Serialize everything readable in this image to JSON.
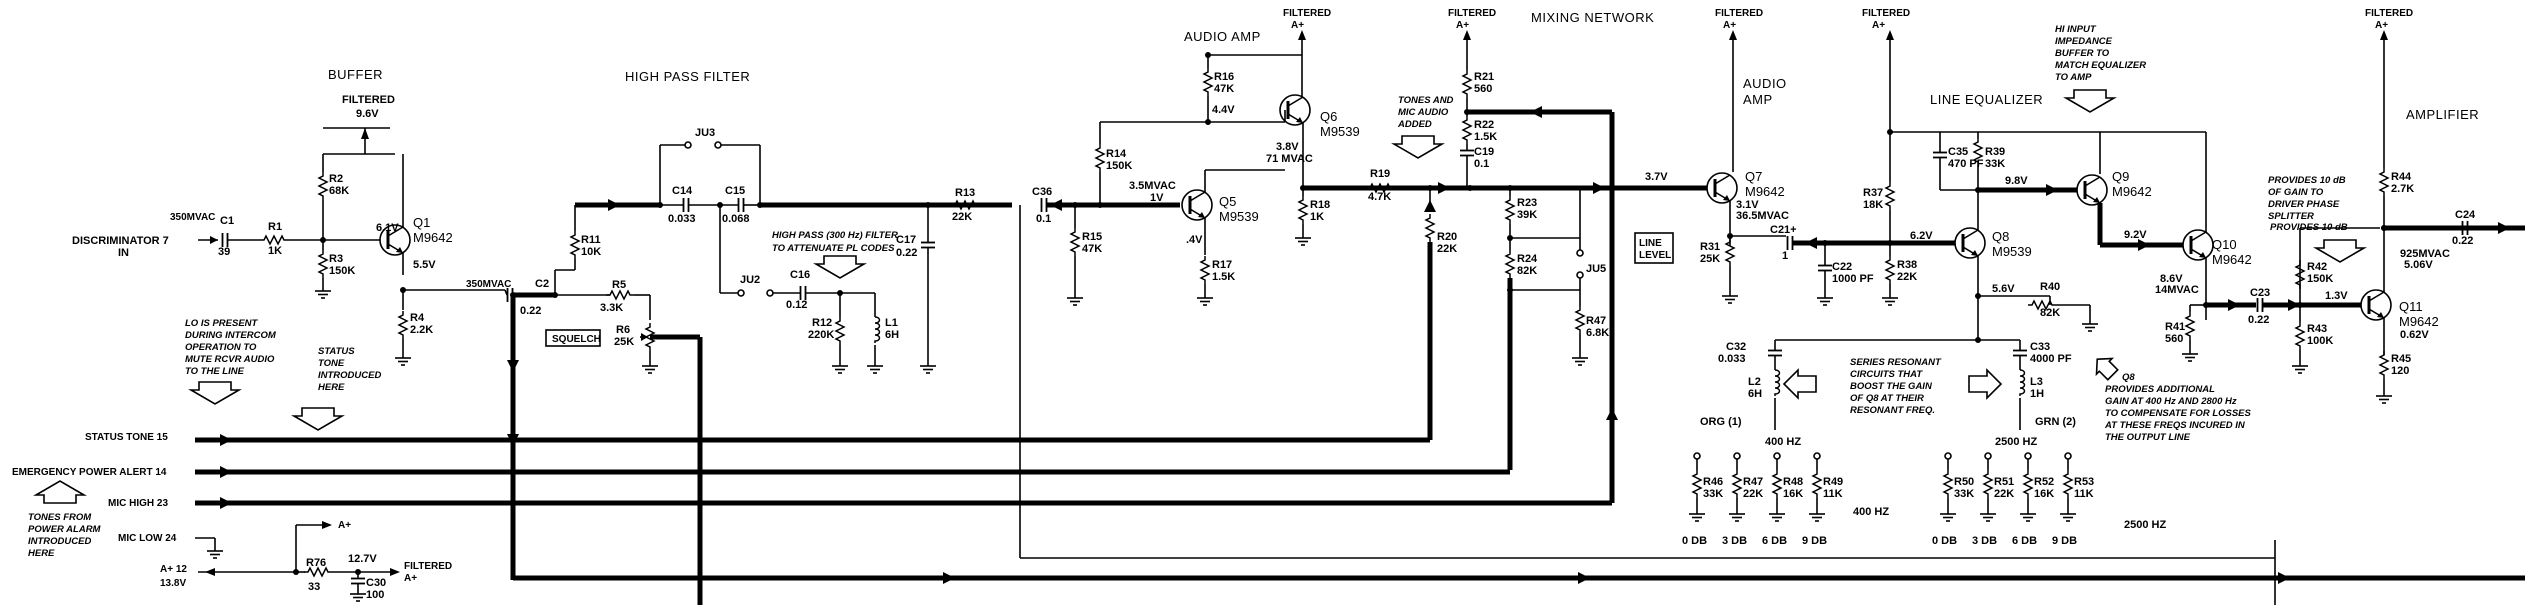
{
  "sections": {
    "buffer": "BUFFER",
    "high_pass_filter": "HIGH PASS FILTER",
    "audio_amp_1": "AUDIO AMP",
    "mixing_network": "MIXING NETWORK",
    "audio_amp_2": [
      "AUDIO",
      "AMP"
    ],
    "line_equalizer": "LINE EQUALIZER",
    "amplifier": "AMPLIFIER"
  },
  "supply": {
    "filtered": "FILTERED",
    "a_plus": "A+",
    "nine_six": "9.6V",
    "a_plus_label": "A+",
    "filtered_a_plus": [
      "FILTERED",
      "A+"
    ]
  },
  "inputs": {
    "discriminator": [
      "DISCRIMINATOR 7",
      "IN"
    ],
    "disc_level": "350MVAC",
    "status_tone": "STATUS TONE 15",
    "emergency": "EMERGENCY POWER ALERT 14",
    "mic_high": "MIC HIGH 23",
    "mic_low": "MIC LOW 24",
    "a_plus_12": "A+ 12",
    "a_plus_12_v": "13.8V"
  },
  "transistors": {
    "q1": [
      "Q1",
      "M9642"
    ],
    "q5": [
      "Q5",
      "M9539"
    ],
    "q6": [
      "Q6",
      "M9539"
    ],
    "q7": [
      "Q7",
      "M9642"
    ],
    "q8": [
      "Q8",
      "M9539"
    ],
    "q9": [
      "Q9",
      "M9642"
    ],
    "q10": [
      "Q10",
      "M9642"
    ],
    "q11": [
      "Q11",
      "M9642"
    ]
  },
  "components": {
    "c1": [
      "C1",
      "39"
    ],
    "r1": [
      "R1",
      "1K"
    ],
    "r2": [
      "R2",
      "68K"
    ],
    "r3": [
      "R3",
      "150K"
    ],
    "r4": [
      "R4",
      "2.2K"
    ],
    "c2": [
      "C2",
      "0.22"
    ],
    "r5": [
      "R5",
      "3.3K"
    ],
    "r6": [
      "R6",
      "25K"
    ],
    "r11": [
      "R11",
      "10K"
    ],
    "ju3": "JU3",
    "ju2": "JU2",
    "c14": [
      "C14",
      "0.033"
    ],
    "c15": [
      "C15",
      "0.068"
    ],
    "c16": [
      "C16",
      "0.12"
    ],
    "r12": [
      "R12",
      "220K"
    ],
    "l1": [
      "L1",
      "6H"
    ],
    "r13": [
      "R13",
      "22K"
    ],
    "c17": [
      "C17",
      "0.22"
    ],
    "c36": [
      "C36",
      "0.1"
    ],
    "r15": [
      "R15",
      "47K"
    ],
    "r14": [
      "R14",
      "150K"
    ],
    "r16": [
      "R16",
      "47K"
    ],
    "r17": [
      "R17",
      "1.5K"
    ],
    "r18": [
      "R18",
      "1K"
    ],
    "r19": [
      "R19",
      "4.7K"
    ],
    "r20": [
      "R20",
      "22K"
    ],
    "r21": [
      "R21",
      "560"
    ],
    "r22": [
      "R22",
      "1.5K"
    ],
    "c19": [
      "C19",
      "0.1"
    ],
    "r23": [
      "R23",
      "39K"
    ],
    "r24": [
      "R24",
      "82K"
    ],
    "ju5": "JU5",
    "r47a": [
      "R47",
      "6.8K"
    ],
    "r31": [
      "R31",
      "25K"
    ],
    "c21": [
      "C21+",
      "1"
    ],
    "c22": [
      "C22",
      "1000 PF"
    ],
    "r38": [
      "R38",
      "22K"
    ],
    "r37": [
      "R37",
      "18K"
    ],
    "c35": [
      "C35",
      "470 PF"
    ],
    "r39": [
      "R39",
      "33K"
    ],
    "r40": [
      "R40",
      "82K"
    ],
    "c32": [
      "C32",
      "0.033"
    ],
    "l2": [
      "L2",
      "6H"
    ],
    "c33": [
      "C33",
      "4000 PF"
    ],
    "l3": [
      "L3",
      "1H"
    ],
    "r41": [
      "R41",
      "560"
    ],
    "c23": [
      "C23",
      "0.22"
    ],
    "r42": [
      "R42",
      "150K"
    ],
    "r43": [
      "R43",
      "100K"
    ],
    "r44": [
      "R44",
      "2.7K"
    ],
    "r45": [
      "R45",
      "120"
    ],
    "c24": [
      "C24",
      "0.22"
    ],
    "r76": [
      "R76",
      "33"
    ],
    "c30": [
      "C30",
      "100"
    ]
  },
  "voltages": {
    "q1_b": "6.1V",
    "q1_e": "5.5V",
    "q1_out": "350MVAC",
    "q5_in": "3.5MVAC",
    "q5_in2": "1V",
    "q5_e": ".4V",
    "q6_c": "4.4V",
    "q6_e": "3.8V",
    "q6_e2": "71 MVAC",
    "mix": "3.7V",
    "q7_e": "3.1V",
    "q7_e2": "36.5MVAC",
    "q8_b": "6.2V",
    "q8_e": "5.6V",
    "q9_b": "9.8V",
    "q10_b": "9.2V",
    "q10_e": "8.6V",
    "q10_e2": "14MVAC",
    "q11_b": "1.3V",
    "q11_c": "925MVAC",
    "q11_c2": "5.06V",
    "q11_e": "0.62V",
    "a_plus_v": "12.7V"
  },
  "notes": {
    "hp_filter": [
      "HIGH PASS (300 Hz) FILTER",
      "TO ATTENUATE PL CODES"
    ],
    "tones_mic": [
      "TONES AND",
      "MIC AUDIO",
      "ADDED"
    ],
    "lo_present": [
      "LO IS PRESENT",
      "DURING INTERCOM",
      "OPERATION TO",
      "MUTE RCVR AUDIO",
      "TO THE LINE"
    ],
    "status_tone_note": [
      "STATUS",
      "TONE",
      "INTRODUCED",
      "HERE"
    ],
    "tones_power": [
      "TONES FROM",
      "POWER ALARM",
      "INTRODUCED",
      "HERE"
    ],
    "series_resonant": [
      "SERIES RESONANT",
      "CIRCUITS THAT",
      "BOOST THE GAIN",
      "OF Q8 AT THEIR",
      "RESONANT FREQ."
    ],
    "q8_gain": [
      "Q8",
      "PROVIDES ADDITIONAL",
      "GAIN AT 400 Hz AND 2800 Hz",
      "TO COMPENSATE FOR LOSSES",
      "AT THESE FREQS INCURED IN",
      "THE OUTPUT LINE"
    ],
    "hi_input": [
      "HI INPUT",
      "IMPEDANCE",
      "BUFFER TO",
      "MATCH EQUALIZER",
      "TO AMP"
    ],
    "gain_10db": [
      "PROVIDES 10 dB",
      "OF GAIN TO",
      "DRIVER PHASE",
      "SPLITTER"
    ],
    "squelch": "SQUELCH",
    "line_level": [
      "LINE",
      "LEVEL"
    ],
    "org": "ORG (1)",
    "org_freq": "400 HZ",
    "grn": "GRN (2)",
    "grn_freq": "2500 HZ"
  },
  "eq_400": {
    "resistors": [
      [
        "R46",
        "33K"
      ],
      [
        "R47",
        "22K"
      ],
      [
        "R48",
        "16K"
      ],
      [
        "R49",
        "11K"
      ]
    ],
    "freq": "400 HZ",
    "db": [
      "0 DB",
      "3 DB",
      "6 DB",
      "9 DB"
    ]
  },
  "eq_2500": {
    "resistors": [
      [
        "R50",
        "33K"
      ],
      [
        "R51",
        "22K"
      ],
      [
        "R52",
        "16K"
      ],
      [
        "R53",
        "11K"
      ]
    ],
    "freq": "2500 HZ",
    "db": [
      "0 DB",
      "3 DB",
      "6 DB",
      "9 DB"
    ]
  },
  "icons": [
    "transistor-npn-icon",
    "resistor-icon",
    "capacitor-icon",
    "inductor-icon",
    "ground-icon",
    "jumper-icon",
    "signal-arrow-icon",
    "hollow-arrow-icon"
  ]
}
